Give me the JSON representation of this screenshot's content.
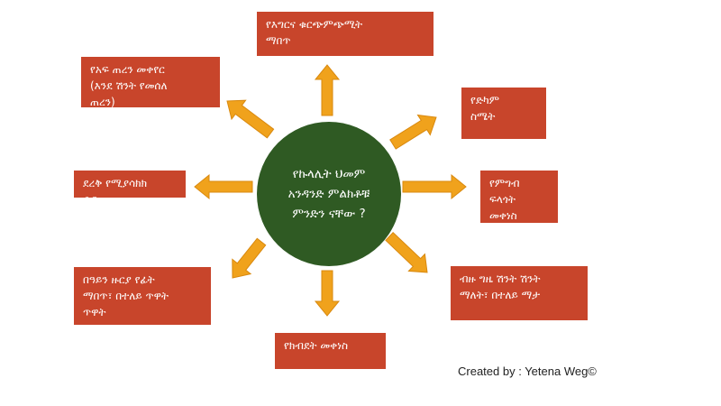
{
  "center": {
    "text": "የኩላሊት  ህመም\nአንዳንድ ምልክቶቹ\nምንድን ናቸው ?",
    "color": "#2f5a23"
  },
  "symptoms": [
    {
      "id": "top",
      "text": "የእግርና ቁርጭምጭሚት\nማበጥ"
    },
    {
      "id": "top-right",
      "text": "የድካም\nስሜት"
    },
    {
      "id": "right",
      "text": "የምግብ\nፍላጎት\nመቀነስ"
    },
    {
      "id": "bottom-right",
      "text": "ብዙ ግዜ ሽንት ሽንት\nማለት፣ በተለይ ማታ"
    },
    {
      "id": "bottom",
      "text": "የክብደት መቀነስ"
    },
    {
      "id": "bottom-left",
      "text": "በዓይን ዙርያ የፊት\nማበጥ፣ በተለይ ጥዋት\nጥዋት"
    },
    {
      "id": "left",
      "text": "ደረቅ የሚያሳክክ\nቆዳ"
    },
    {
      "id": "top-left",
      "text": "የአፍ ጠረን መቀየር\n(እንደ ሽንት የመሰለ\nጠረን)"
    }
  ],
  "credit": "Created by : Yetena Weg©",
  "colors": {
    "box": "#c8452b",
    "arrow": "#f0a21c",
    "arrow_stroke": "#d9890f"
  }
}
